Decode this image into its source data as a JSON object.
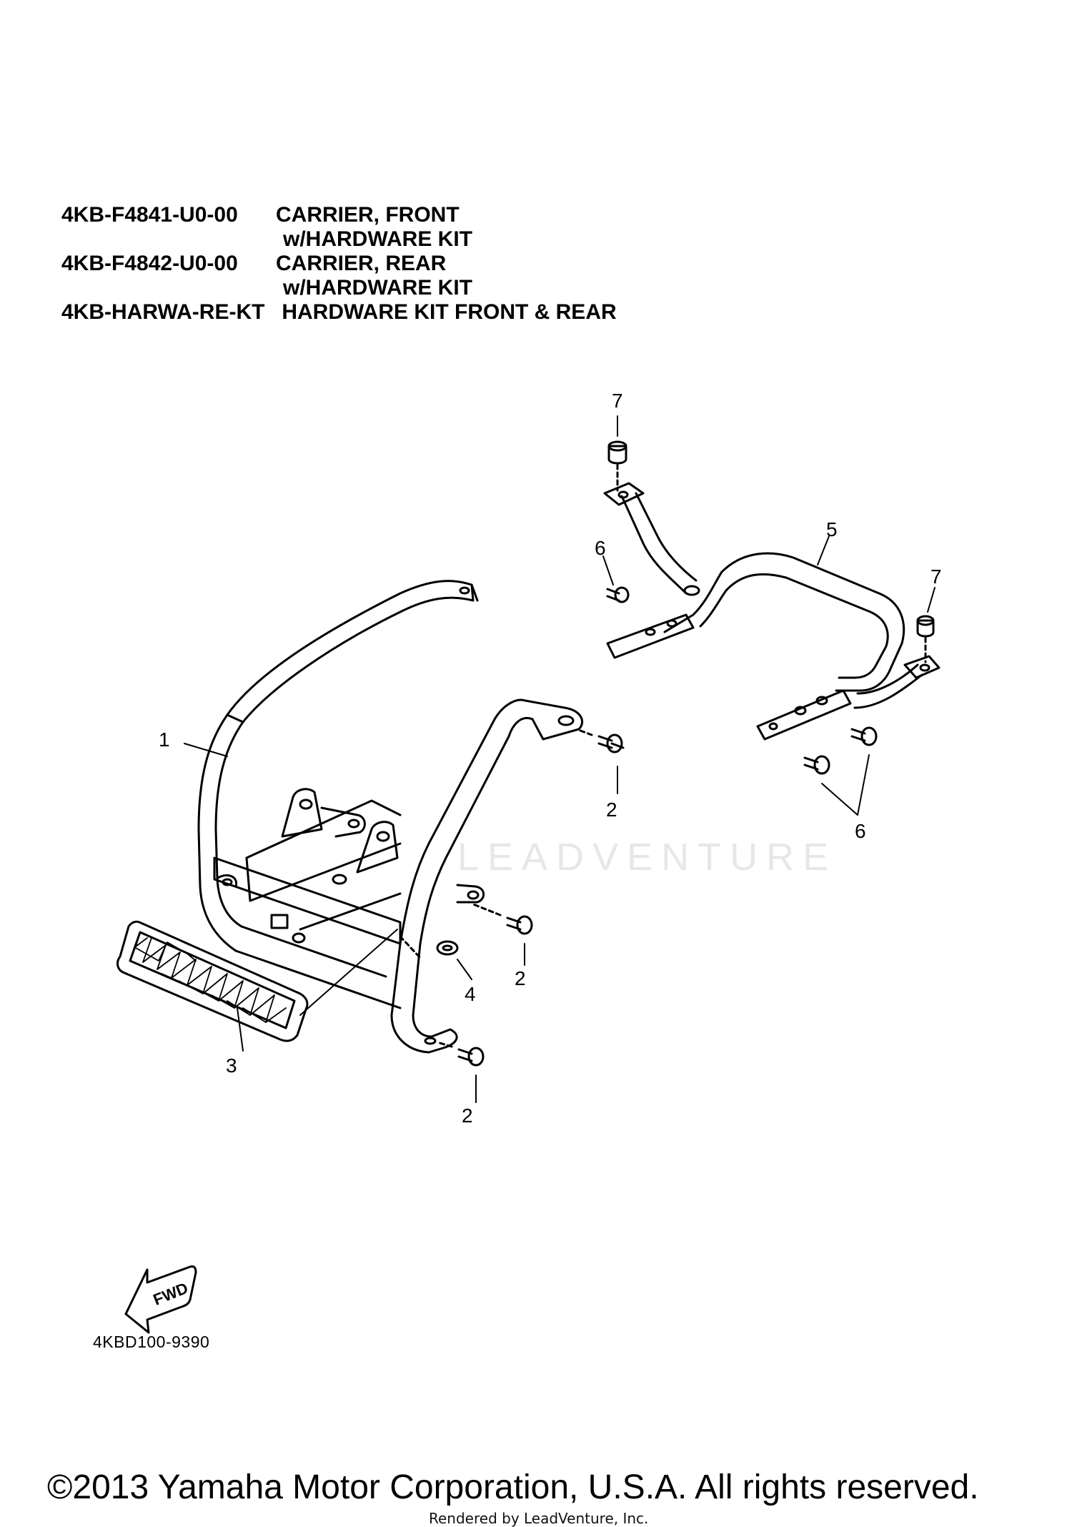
{
  "parts_list": [
    {
      "part_number": "4KB-F4841-U0-00",
      "description": "CARRIER, FRONT",
      "note": "w/HARDWARE KIT"
    },
    {
      "part_number": "4KB-F4842-U0-00",
      "description": "CARRIER, REAR",
      "note": "w/HARDWARE KIT"
    },
    {
      "part_number": "4KB-HARWA-RE-KT",
      "description": " HARDWARE KIT FRONT & REAR",
      "note": ""
    }
  ],
  "callouts": {
    "c1": "1",
    "c2a": "2",
    "c2b": "2",
    "c2c": "2",
    "c3": "3",
    "c4": "4",
    "c5": "5",
    "c6a": "6",
    "c6b": "6",
    "c7a": "7",
    "c7b": "7"
  },
  "fwd_label": "FWD",
  "figure_code": "4KBD100-9390",
  "copyright": "©2013 Yamaha Motor Corporation, U.S.A. All rights reserved.",
  "render_note": "Rendered by LeadVenture, Inc.",
  "watermark": "LEADVENTURE"
}
